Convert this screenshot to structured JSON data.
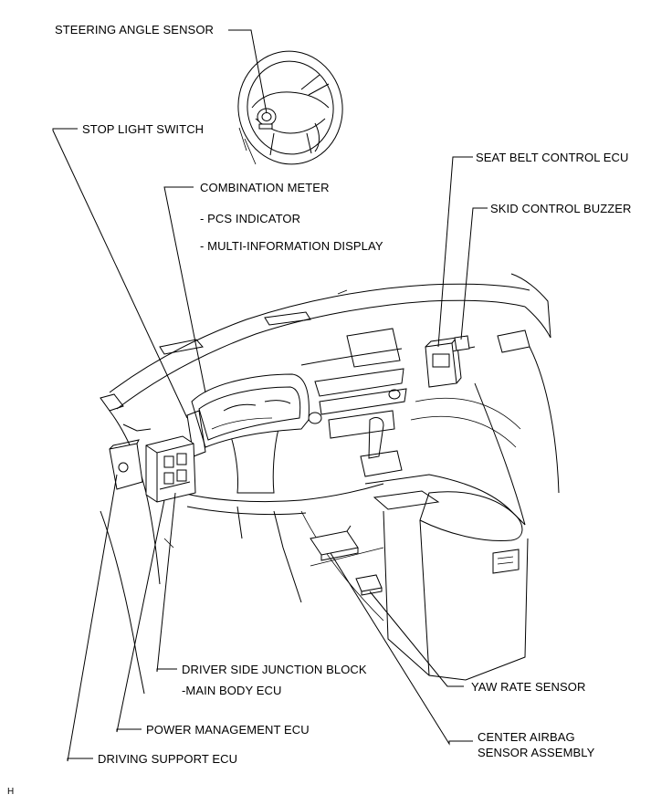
{
  "labels": {
    "steering_angle_sensor": "STEERING ANGLE SENSOR",
    "stop_light_switch": "STOP LIGHT SWITCH",
    "combination_meter": "COMBINATION METER",
    "pcs_indicator": "- PCS INDICATOR",
    "multi_information_display": "- MULTI-INFORMATION DISPLAY",
    "seat_belt_control_ecu": "SEAT BELT CONTROL ECU",
    "skid_control_buzzer": "SKID CONTROL BUZZER",
    "driver_side_junction_block": "DRIVER SIDE JUNCTION BLOCK",
    "main_body_ecu": "-MAIN BODY ECU",
    "yaw_rate_sensor": "YAW RATE SENSOR",
    "power_management_ecu": "POWER MANAGEMENT ECU",
    "center_airbag_line1": "CENTER AIRBAG",
    "center_airbag_line2": "SENSOR ASSEMBLY",
    "driving_support_ecu": "DRIVING SUPPORT ECU"
  },
  "corner_mark": "H"
}
